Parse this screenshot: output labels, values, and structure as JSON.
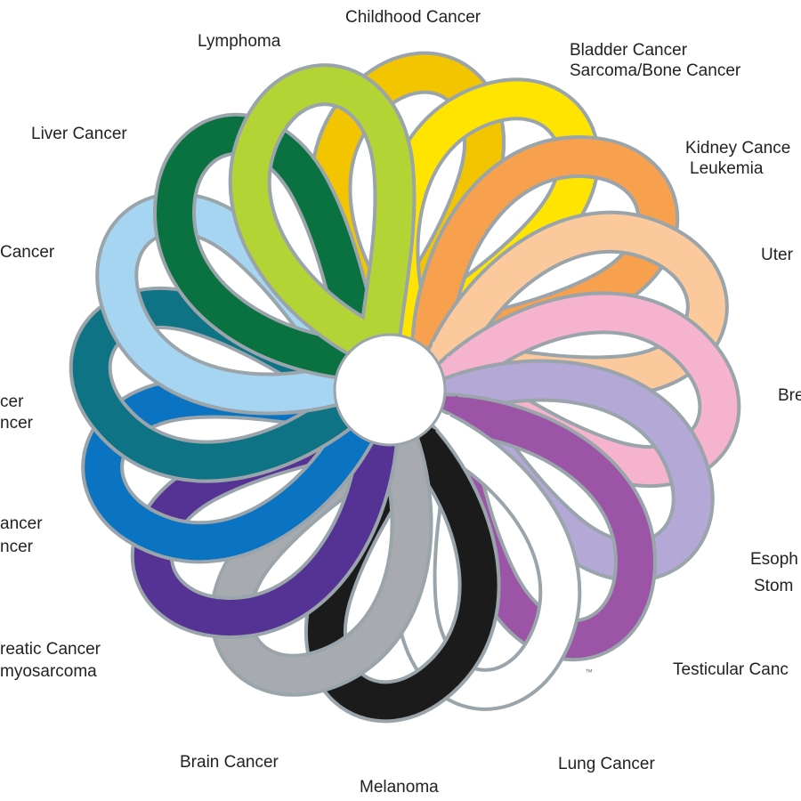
{
  "ribbons": [
    {
      "key": "childhood",
      "color": "#f2c500",
      "labels": [
        "Childhood Cancer"
      ]
    },
    {
      "key": "bladder-sarcoma",
      "color": "#ffe400",
      "labels": [
        "Bladder Cancer",
        "Sarcoma/Bone Cancer"
      ]
    },
    {
      "key": "kidney-leukemia",
      "color": "#f7a04d",
      "labels": [
        "Kidney Cance",
        "Leukemia"
      ]
    },
    {
      "key": "uterine",
      "color": "#fbc99b",
      "labels": [
        "Uter"
      ]
    },
    {
      "key": "breast",
      "color": "#f5b3cd",
      "labels": [
        "Bre"
      ]
    },
    {
      "key": "esophageal-stomach",
      "color": "#b3a8d6",
      "labels": [
        "Esoph",
        "Stom"
      ]
    },
    {
      "key": "testicular",
      "color": "#9b54a6",
      "labels": [
        "Testicular Canc"
      ]
    },
    {
      "key": "lung",
      "color": "#ffffff",
      "labels": [
        "Lung Cancer"
      ]
    },
    {
      "key": "melanoma",
      "color": "#1b1b1b",
      "labels": [
        "Melanoma"
      ]
    },
    {
      "key": "brain",
      "color": "#a7abb0",
      "labels": [
        "Brain Cancer"
      ]
    },
    {
      "key": "pancreatic",
      "color": "#553394",
      "labels": [
        "reatic Cancer",
        "myosarcoma"
      ]
    },
    {
      "key": "blue",
      "color": "#0a74c2",
      "labels": [
        "ancer",
        "ncer"
      ]
    },
    {
      "key": "teal",
      "color": "#0e7385",
      "labels": [
        "cer",
        "ncer"
      ]
    },
    {
      "key": "light-blue",
      "color": "#a6d5f2",
      "labels": [
        "Cancer"
      ]
    },
    {
      "key": "liver",
      "color": "#0a7140",
      "labels": [
        "Liver Cancer"
      ]
    },
    {
      "key": "lymphoma",
      "color": "#b4d334",
      "labels": [
        "Lymphoma"
      ]
    }
  ],
  "trademark": "™"
}
